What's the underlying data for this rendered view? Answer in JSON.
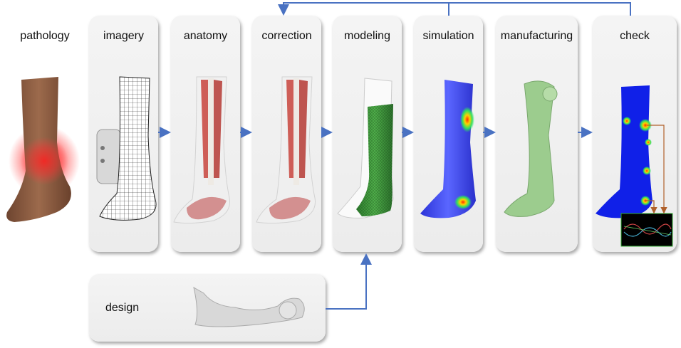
{
  "pathology_label": "pathology",
  "stages": [
    {
      "id": "imagery",
      "label": "imagery"
    },
    {
      "id": "anatomy",
      "label": "anatomy"
    },
    {
      "id": "correction",
      "label": "correction"
    },
    {
      "id": "modeling",
      "label": "modeling"
    },
    {
      "id": "simulation",
      "label": "simulation"
    },
    {
      "id": "manufacturing",
      "label": "manufacturing"
    },
    {
      "id": "check",
      "label": "check"
    }
  ],
  "design_label": "design",
  "colors": {
    "arrow": "#4a72c2",
    "sensor_arrow": "#b0602a",
    "bone": "#eeeae4",
    "muscle": "#c8443c",
    "brace_green": "#3f9a3f",
    "sim_blue": "#3a44ee",
    "manufactured_green": "#9ccc8e",
    "inflammation_red": "#ff2a2a",
    "skin": "#8c5a40"
  }
}
